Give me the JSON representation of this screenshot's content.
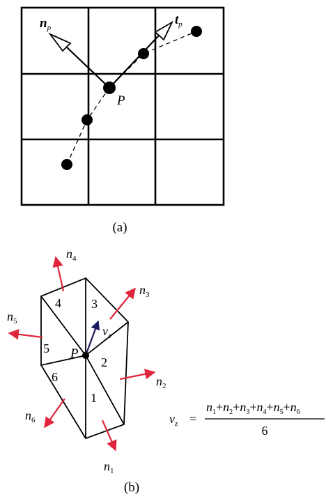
{
  "panel_a": {
    "caption": "(a)",
    "normal_label": "n",
    "normal_sub": "p",
    "tangent_label": "t",
    "tangent_sub": "p",
    "point_label": "P"
  },
  "panel_b": {
    "caption": "(b)",
    "point_label": "P",
    "vz_label": "v",
    "vz_sub": "z",
    "face_numbers": [
      "1",
      "2",
      "3",
      "4",
      "5",
      "6"
    ],
    "normals": [
      {
        "base": "n",
        "sub": "1"
      },
      {
        "base": "n",
        "sub": "2"
      },
      {
        "base": "n",
        "sub": "3"
      },
      {
        "base": "n",
        "sub": "4"
      },
      {
        "base": "n",
        "sub": "5"
      },
      {
        "base": "n",
        "sub": "6"
      }
    ],
    "formula": {
      "lhs_base": "v",
      "lhs_sub": "z",
      "equals": "=",
      "numerator_terms": [
        {
          "base": "n",
          "sub": "1"
        },
        {
          "base": "n",
          "sub": "2"
        },
        {
          "base": "n",
          "sub": "3"
        },
        {
          "base": "n",
          "sub": "4"
        },
        {
          "base": "n",
          "sub": "5"
        },
        {
          "base": "n",
          "sub": "6"
        }
      ],
      "plus": "+",
      "denominator": "6"
    }
  },
  "colors": {
    "ink": "#000000",
    "normal_arrow": "#e0263c",
    "vz_arrow": "#1a1a5e"
  }
}
